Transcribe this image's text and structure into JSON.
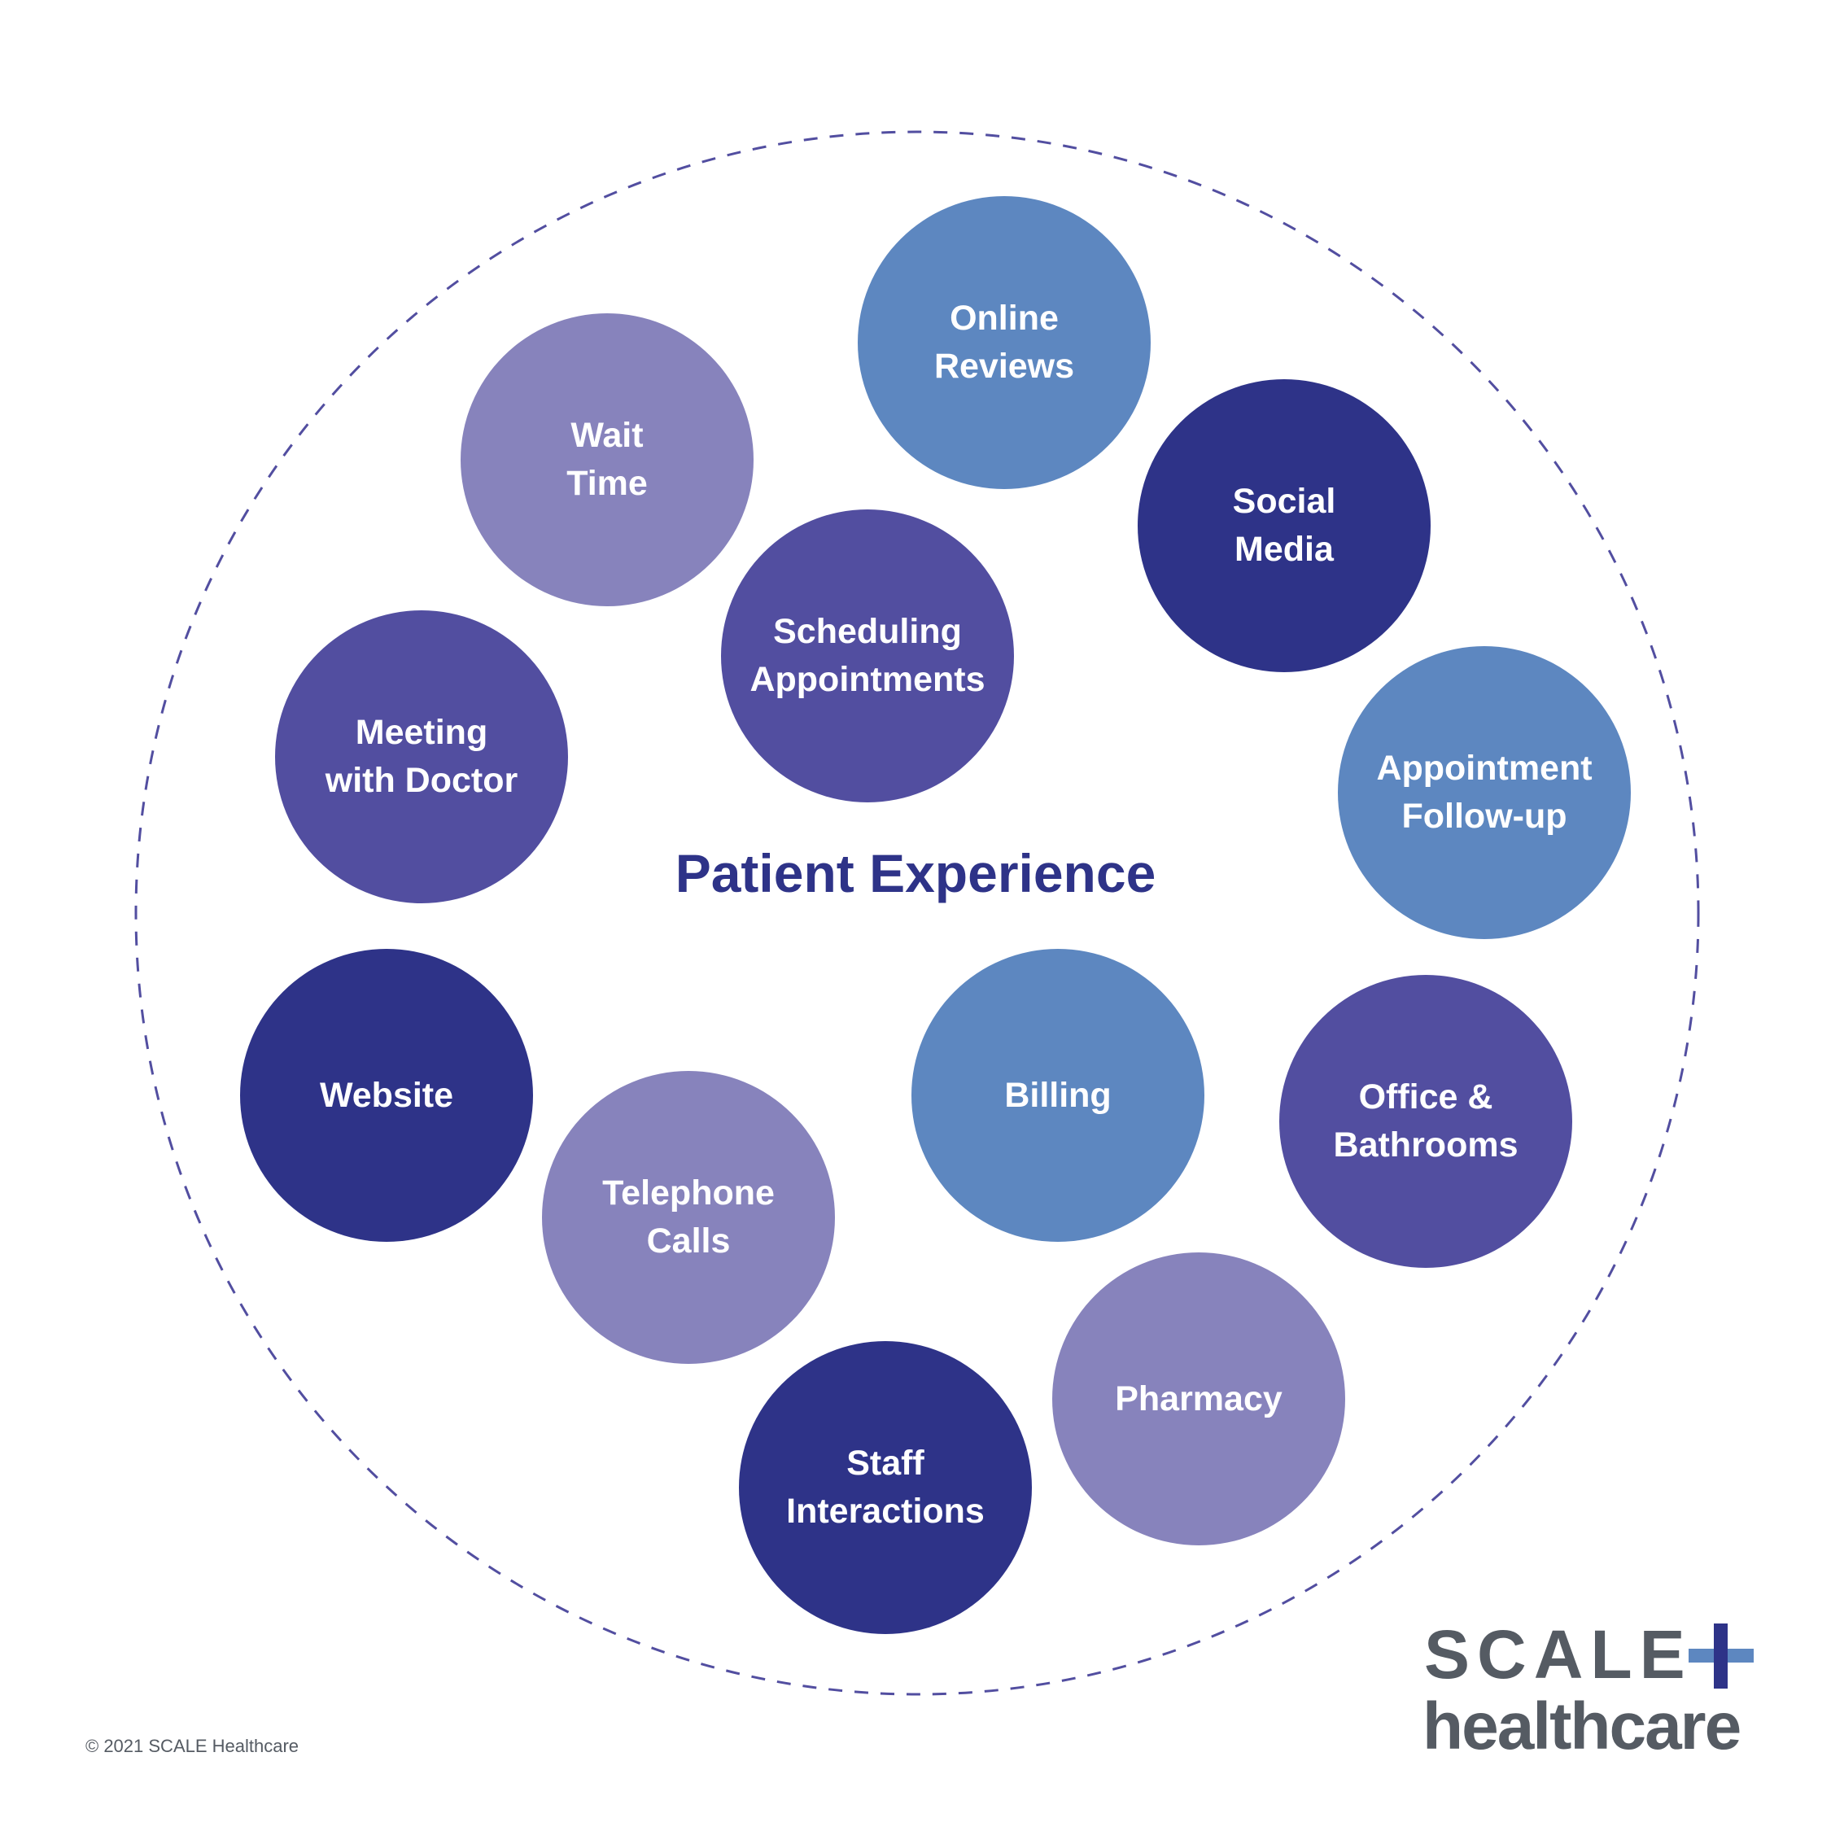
{
  "diagram": {
    "title": "Patient Experience",
    "colors": {
      "dark": "#2e3388",
      "indigo": "#524ea0",
      "lavender": "#8783bc",
      "blue": "#5d87c0",
      "title": "#2e3388",
      "dash": "#524ea0"
    },
    "bubbles": [
      {
        "id": "online-reviews",
        "lines": [
          "Online",
          "Reviews"
        ],
        "color": "blue"
      },
      {
        "id": "wait-time",
        "lines": [
          "Wait",
          "Time"
        ],
        "color": "lavender"
      },
      {
        "id": "social-media",
        "lines": [
          "Social",
          "Media"
        ],
        "color": "dark"
      },
      {
        "id": "scheduling-appointments",
        "lines": [
          "Scheduling",
          "Appointments"
        ],
        "color": "indigo"
      },
      {
        "id": "meeting-with-doctor",
        "lines": [
          "Meeting",
          "with Doctor"
        ],
        "color": "indigo"
      },
      {
        "id": "appointment-follow-up",
        "lines": [
          "Appointment",
          "Follow-up"
        ],
        "color": "blue"
      },
      {
        "id": "website",
        "lines": [
          "Website"
        ],
        "color": "dark"
      },
      {
        "id": "billing",
        "lines": [
          "Billing"
        ],
        "color": "blue"
      },
      {
        "id": "office-bathrooms",
        "lines": [
          "Office &",
          "Bathrooms"
        ],
        "color": "indigo"
      },
      {
        "id": "telephone-calls",
        "lines": [
          "Telephone",
          "Calls"
        ],
        "color": "lavender"
      },
      {
        "id": "pharmacy",
        "lines": [
          "Pharmacy"
        ],
        "color": "lavender"
      },
      {
        "id": "staff-interactions",
        "lines": [
          "Staff",
          "Interactions"
        ],
        "color": "dark"
      }
    ]
  },
  "footer": {
    "copyright": "© 2021 SCALE Healthcare"
  },
  "logo": {
    "line1": "SCALE",
    "line2": "healthcare",
    "text_color": "#555b63",
    "plus_dark": "#2e3388",
    "plus_light": "#5d87c0"
  }
}
